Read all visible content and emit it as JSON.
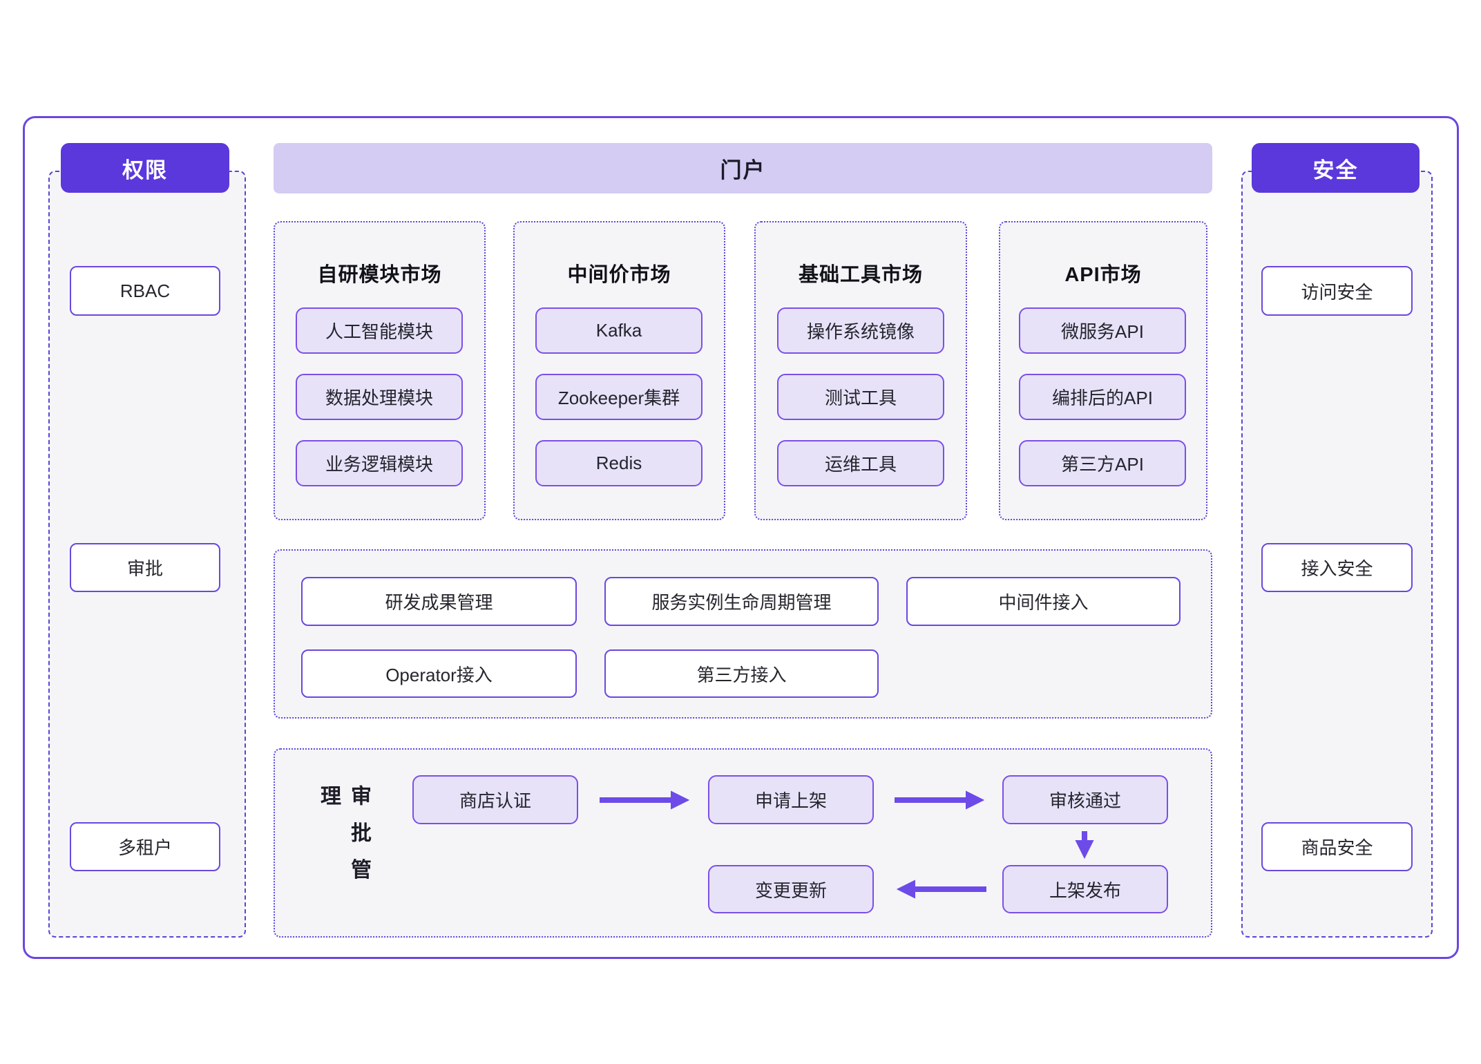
{
  "colors": {
    "accent_solid": "#5a38db",
    "portal_bar": "#d4ccf3",
    "dashed_border": "#5646d2",
    "box_border": "#6a47de",
    "chip_fill": "#e7e2f8",
    "chip_border": "#7b4fe8",
    "panel_fill": "#f5f5f8",
    "arrow": "#6c4be8"
  },
  "left_panel": {
    "header": "权限",
    "items": [
      "RBAC",
      "审批",
      "多租户"
    ]
  },
  "right_panel": {
    "header": "安全",
    "items": [
      "访问安全",
      "接入安全",
      "商品安全"
    ]
  },
  "portal": {
    "header": "门户",
    "markets": [
      {
        "title": "自研模块市场",
        "items": [
          "人工智能模块",
          "数据处理模块",
          "业务逻辑模块"
        ]
      },
      {
        "title": "中间价市场",
        "items": [
          "Kafka",
          "Zookeeper集群",
          "Redis"
        ]
      },
      {
        "title": "基础工具市场",
        "items": [
          "操作系统镜像",
          "测试工具",
          "运维工具"
        ]
      },
      {
        "title": "API市场",
        "items": [
          "微服务API",
          "编排后的API",
          "第三方API"
        ]
      }
    ]
  },
  "management": {
    "row1": [
      "研发成果管理",
      "服务实例生命周期管理",
      "中间件接入"
    ],
    "row2": [
      "Operator接入",
      "第三方接入"
    ]
  },
  "approval": {
    "label": "审批管理",
    "steps_top": [
      "商店认证",
      "申请上架",
      "审核通过"
    ],
    "steps_bottom": [
      "变更更新",
      "上架发布"
    ]
  }
}
